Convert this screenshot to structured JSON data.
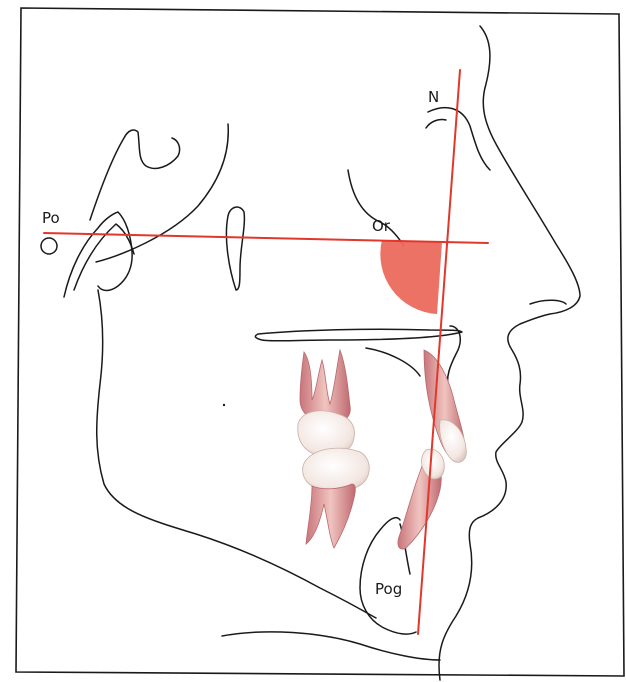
{
  "labels": {
    "porion": "Po",
    "orbitale": "Or",
    "nasion": "N",
    "pogonion": "Pog"
  },
  "colors": {
    "reference_lines": "#e2372b",
    "angle_fill": "#ec6a5e",
    "tracing": "#1a1a1a",
    "tooth_pink": "#d98a8a",
    "tooth_crown": "#f4ece8"
  }
}
